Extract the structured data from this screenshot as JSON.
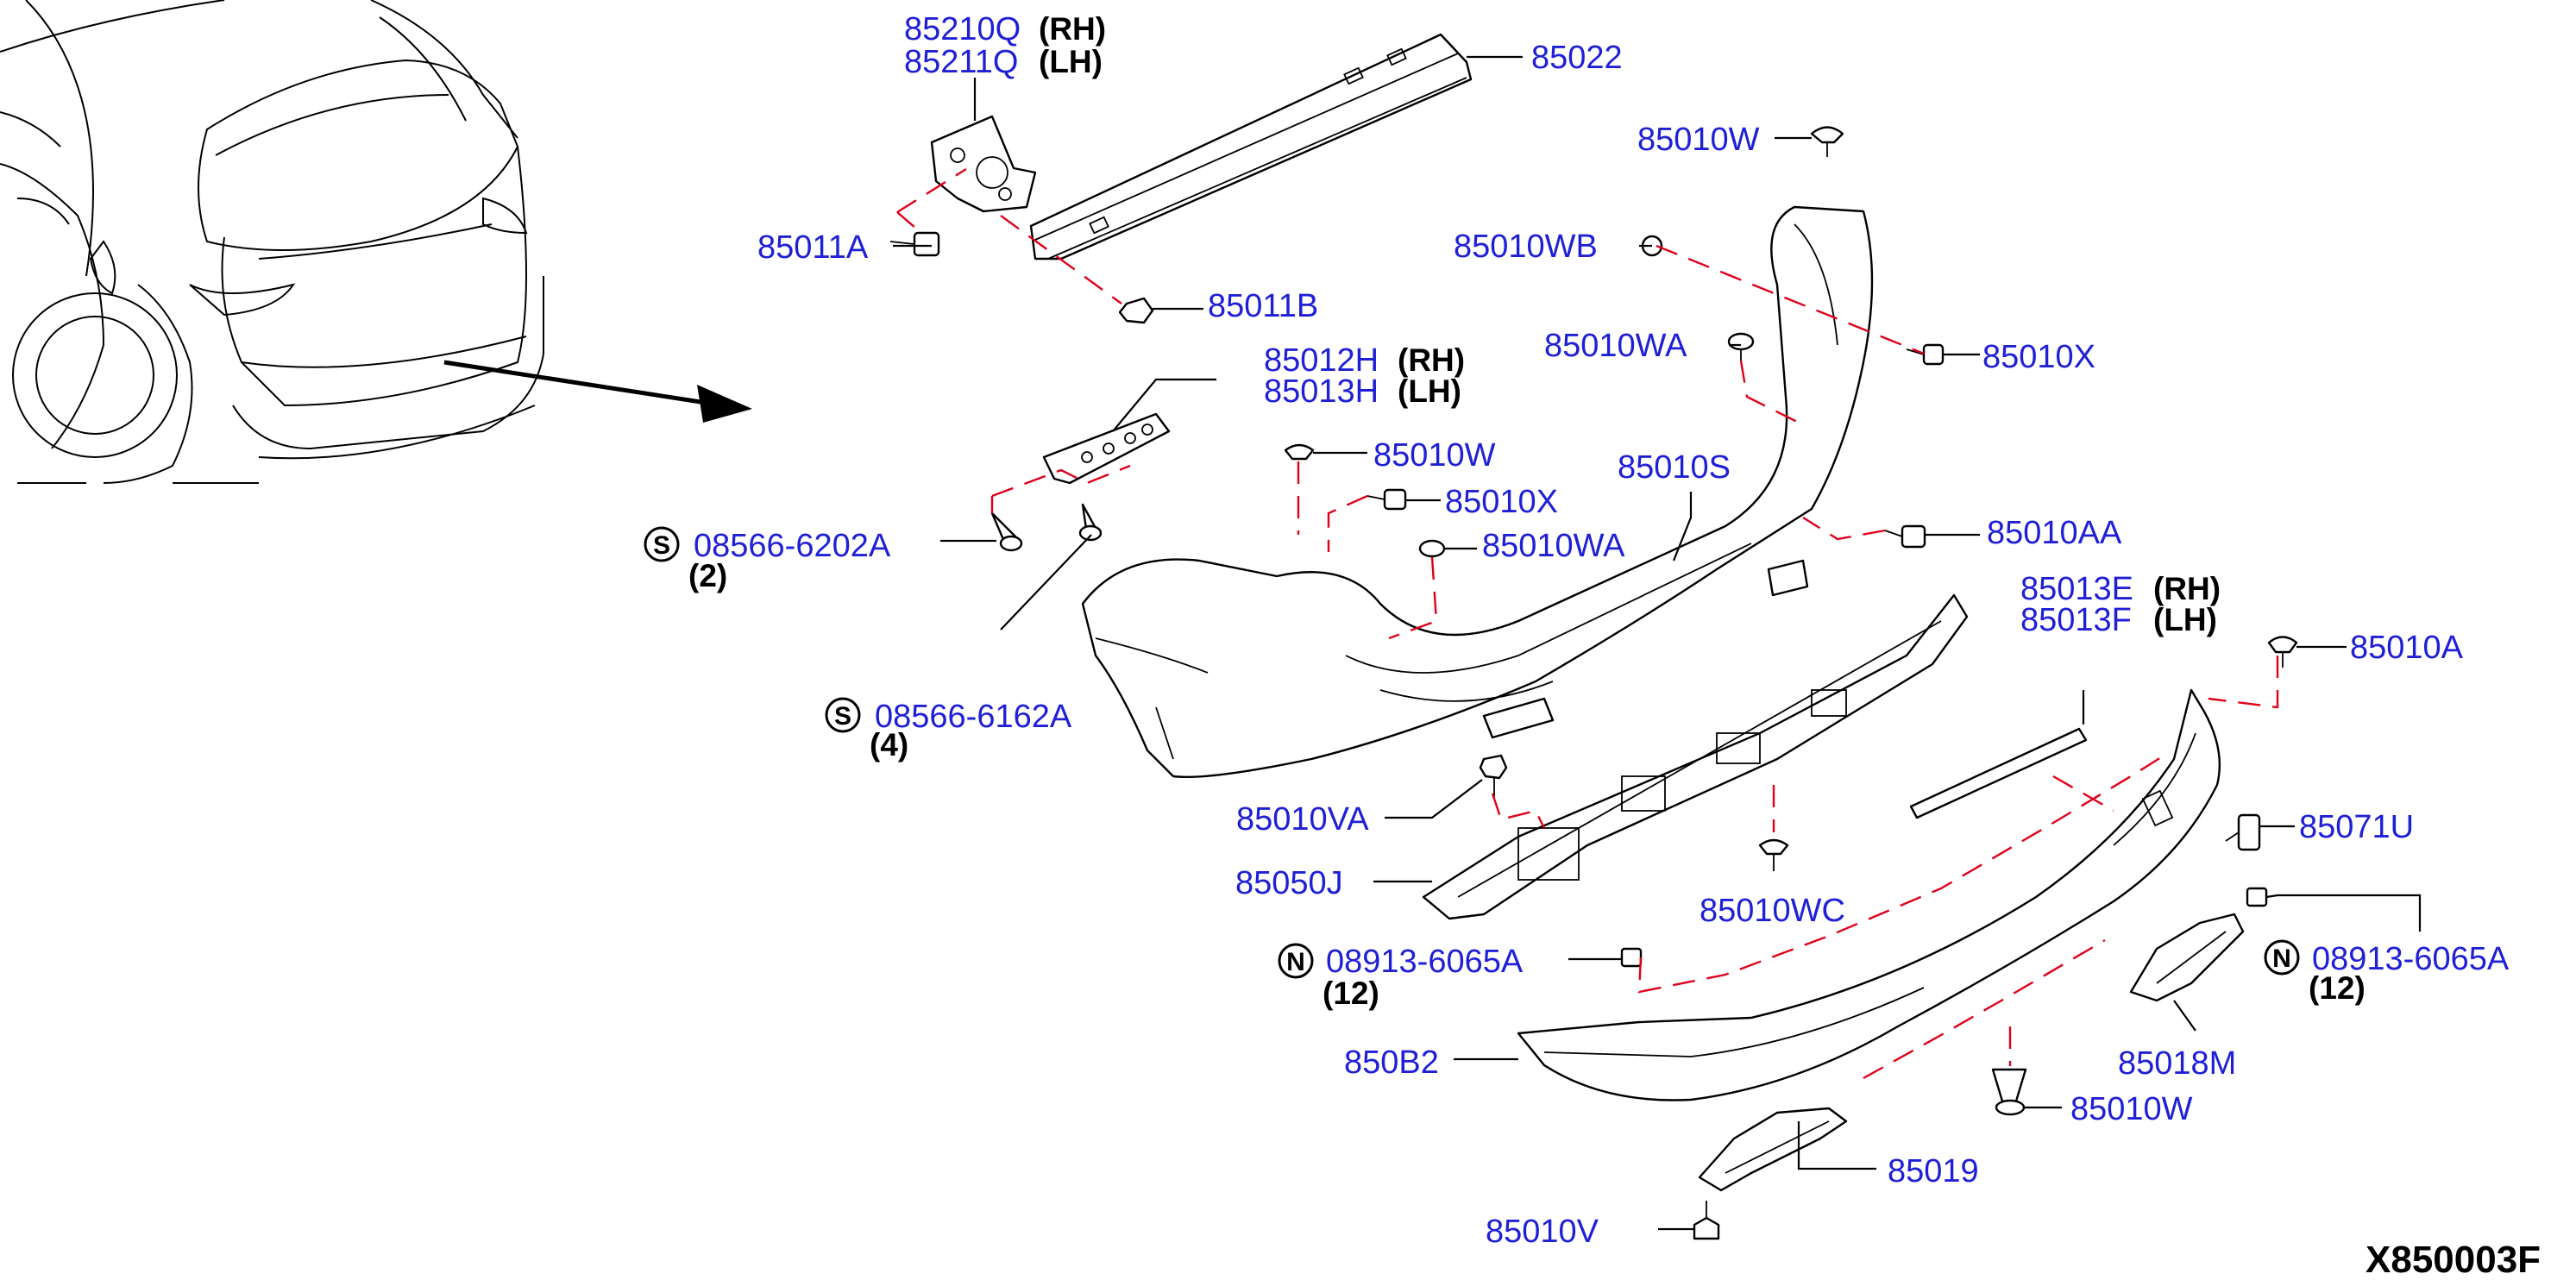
{
  "diagram": {
    "drawing_code": "X850003F",
    "colors": {
      "label_text": "#1f1fd6",
      "lead_lines": "#000000",
      "dashed_guides": "#e0001a",
      "parts": "#000000"
    },
    "parts": {
      "p85210q": {
        "number": "85210Q",
        "side": "(RH)"
      },
      "p85211q": {
        "number": "85211Q",
        "side": "(LH)"
      },
      "p85022": {
        "number": "85022"
      },
      "p85011a": {
        "number": "85011A"
      },
      "p85011b": {
        "number": "85011B"
      },
      "p85010w_top": {
        "number": "85010W"
      },
      "p85010wb": {
        "number": "85010WB"
      },
      "p85010wa_upper": {
        "number": "85010WA"
      },
      "p85010x_upper": {
        "number": "85010X"
      },
      "p85012h": {
        "number": "85012H",
        "side": "(RH)"
      },
      "p85013h": {
        "number": "85013H",
        "side": "(LH)"
      },
      "p85010w_mid": {
        "number": "85010W"
      },
      "p85010s": {
        "number": "85010S"
      },
      "p85010x_mid": {
        "number": "85010X"
      },
      "p08566_6202a": {
        "marker": "S",
        "number": "08566-6202A",
        "qty": "(2)"
      },
      "p85010wa_mid": {
        "number": "85010WA"
      },
      "p85010aa": {
        "number": "85010AA"
      },
      "p85013e": {
        "number": "85013E",
        "side": "(RH)"
      },
      "p85013f": {
        "number": "85013F",
        "side": "(LH)"
      },
      "p85010a": {
        "number": "85010A"
      },
      "p08566_6162a": {
        "marker": "S",
        "number": "08566-6162A",
        "qty": "(4)"
      },
      "p85010va": {
        "number": "85010VA"
      },
      "p85071u": {
        "number": "85071U"
      },
      "p85050j": {
        "number": "85050J"
      },
      "p85010wc": {
        "number": "85010WC"
      },
      "p08913_left": {
        "marker": "N",
        "number": "08913-6065A",
        "qty": "(12)"
      },
      "p08913_right": {
        "marker": "N",
        "number": "08913-6065A",
        "qty": "(12)"
      },
      "p850b2": {
        "number": "850B2"
      },
      "p85018m": {
        "number": "85018M"
      },
      "p85010w_low": {
        "number": "85010W"
      },
      "p85019": {
        "number": "85019"
      },
      "p85010v": {
        "number": "85010V"
      }
    }
  }
}
